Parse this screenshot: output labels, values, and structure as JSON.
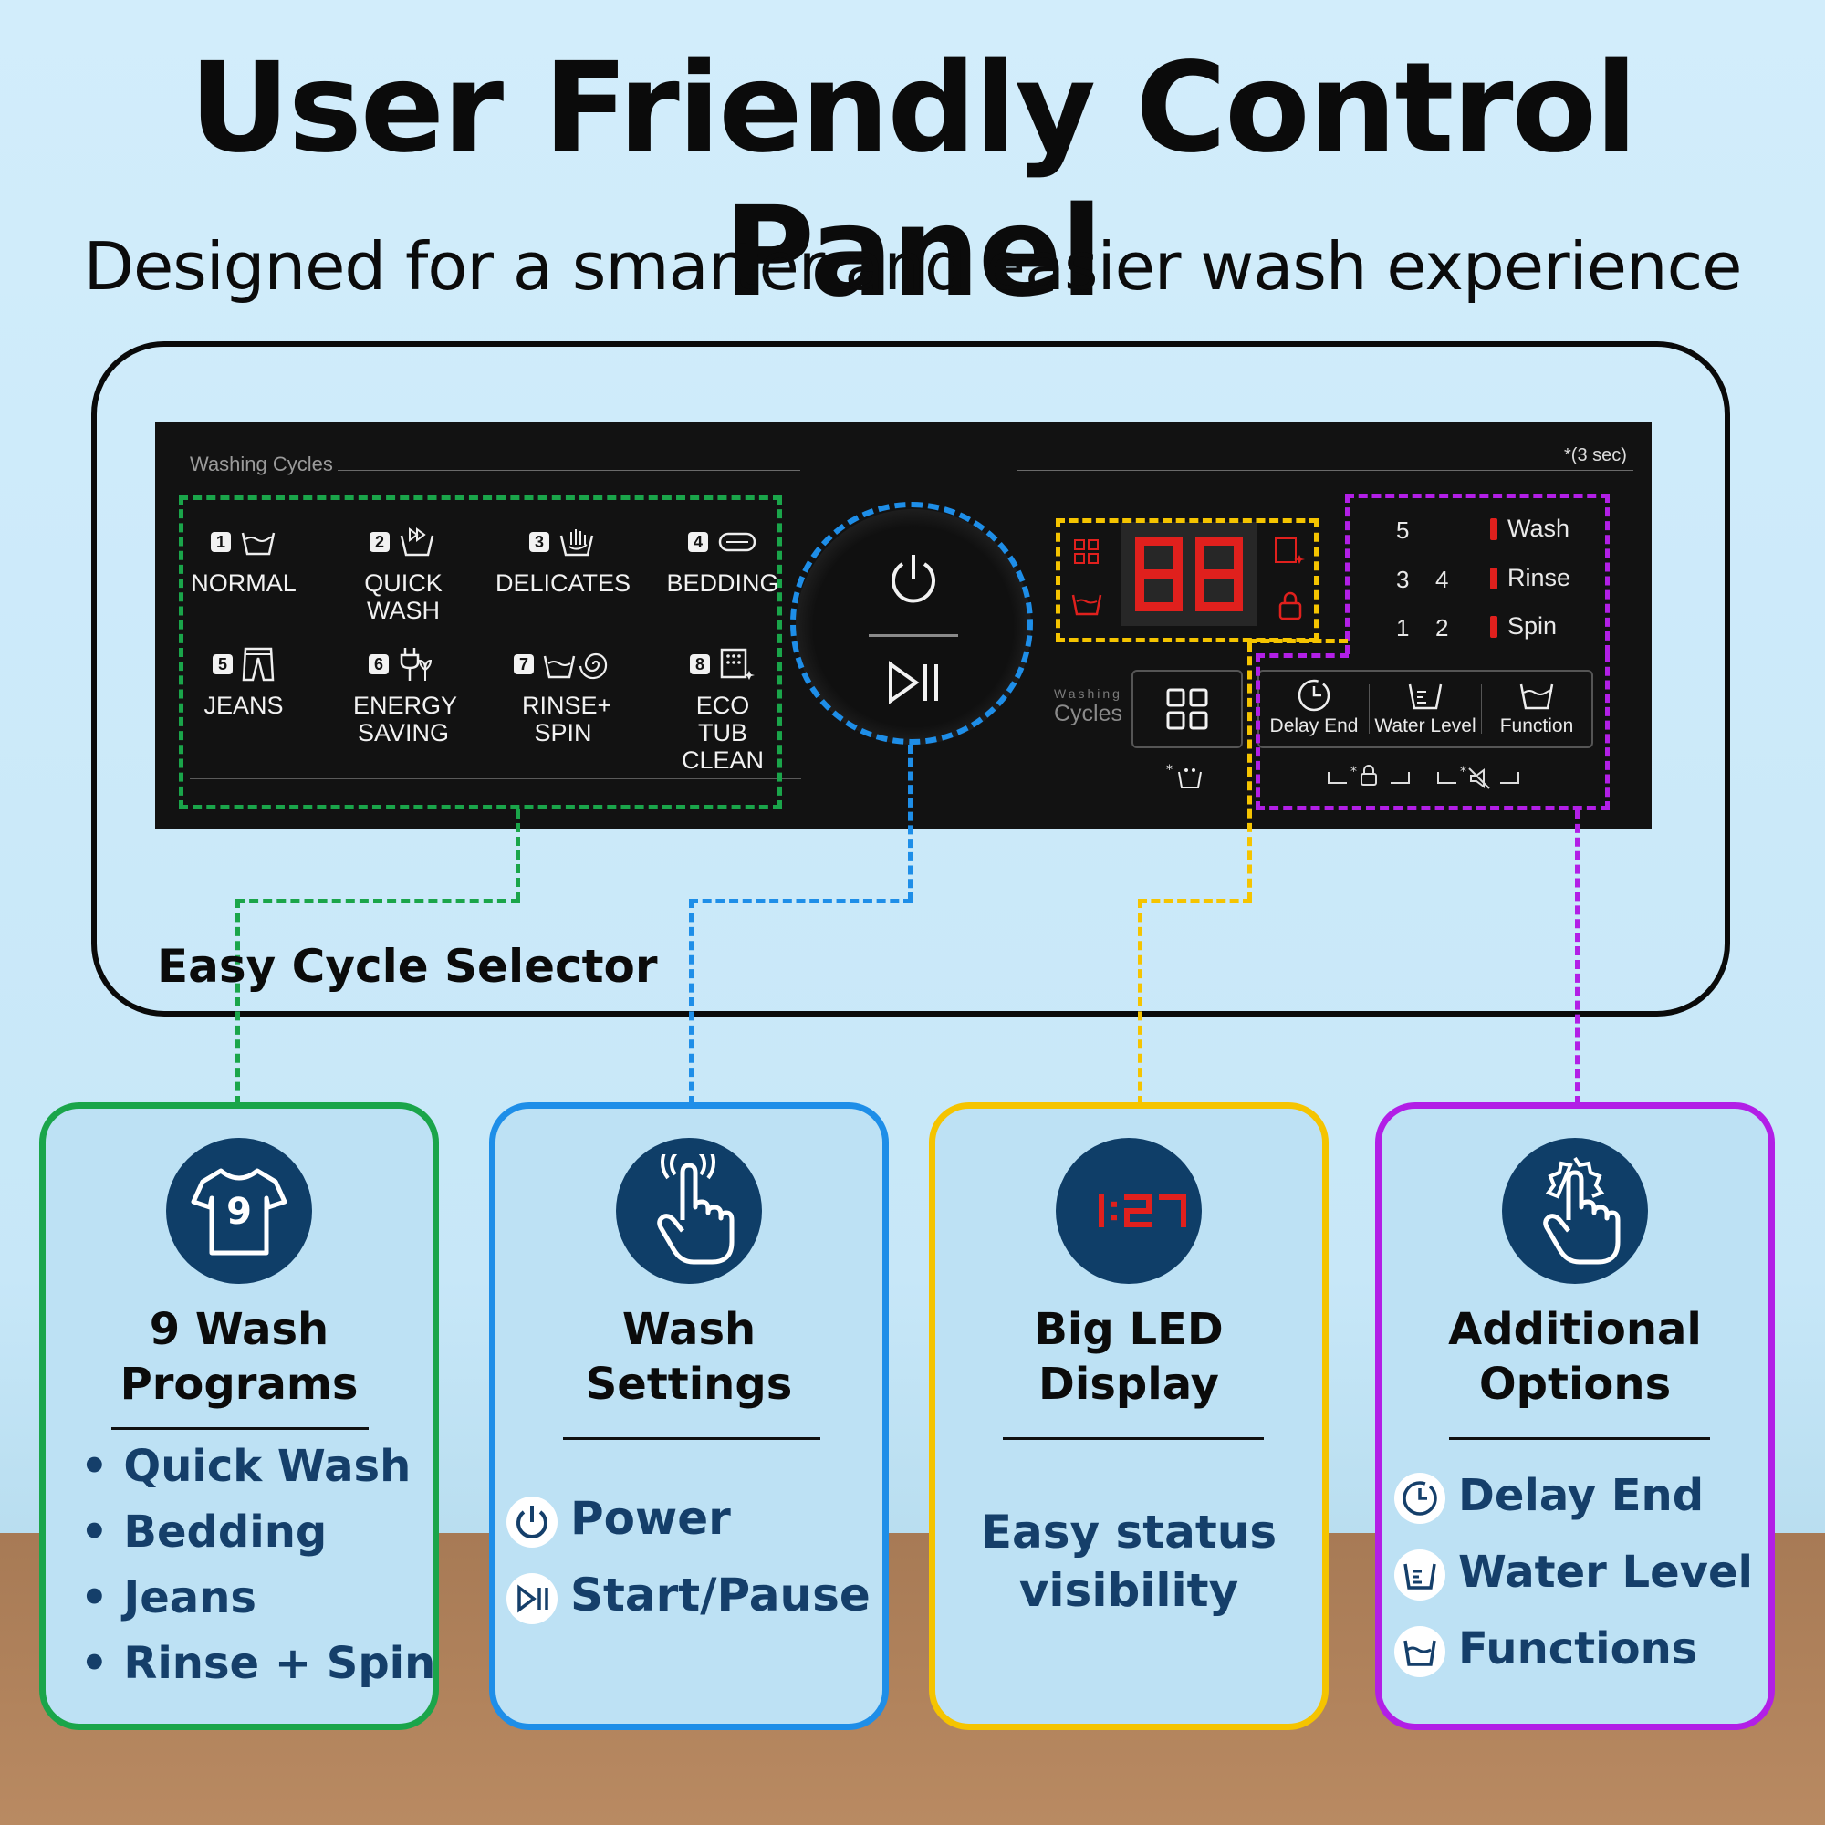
{
  "title": "User Friendly Control Panel",
  "subtitle": "Designed for a smarter and easier wash experience",
  "frame_label": "Easy Cycle Selector",
  "colors": {
    "green": "#1aa54a",
    "blue": "#1e8ee8",
    "yellow": "#f5c400",
    "purple": "#b21fe6",
    "navy": "#0f3e68",
    "led": "#e0201d"
  },
  "panel": {
    "washing_cycles_label": "Washing Cycles",
    "three_sec_note": "*(3 sec)",
    "cycles": [
      {
        "num": "1",
        "label": "NORMAL",
        "icon": "basin-icon"
      },
      {
        "num": "2",
        "label": "QUICK WASH",
        "icon": "quick-wash-icon"
      },
      {
        "num": "3",
        "label": "DELICATES",
        "icon": "hand-wash-icon"
      },
      {
        "num": "4",
        "label": "BEDDING",
        "icon": "bedding-icon"
      },
      {
        "num": "5",
        "label": "JEANS",
        "icon": "jeans-icon"
      },
      {
        "num": "6",
        "label": "ENERGY SAVING",
        "icon": "energy-plug-icon"
      },
      {
        "num": "7",
        "label": "RINSE+ SPIN",
        "icon": "rinse-spin-icon"
      },
      {
        "num": "8",
        "label": "ECO TUB CLEAN",
        "icon": "eco-tub-icon"
      }
    ],
    "display_value": "88",
    "levels": {
      "r1": [
        "5"
      ],
      "r2": [
        "3",
        "4"
      ],
      "r3": [
        "1",
        "2"
      ]
    },
    "stages": [
      "Wash",
      "Rinse",
      "Spin"
    ],
    "washing_small": "Washing",
    "cycles_small": "Cycles",
    "option_buttons": [
      "Delay End",
      "Water Level",
      "Function"
    ]
  },
  "cards": [
    {
      "title_line1": "9 Wash",
      "title_line2": "Programs",
      "items": [
        "Quick Wash",
        "Bedding",
        "Jeans",
        "Rinse + Spin"
      ],
      "icon": "tshirt-9-icon"
    },
    {
      "title_line1": "Wash",
      "title_line2": "Settings",
      "items": [
        "Power",
        "Start/Pause"
      ],
      "icon": "touch-hand-icon"
    },
    {
      "title_line1": "Big LED",
      "title_line2": "Display",
      "items": [
        "Easy status",
        "visibility"
      ],
      "icon": "led-display-icon",
      "led_value": "1:27"
    },
    {
      "title_line1": "Additional",
      "title_line2": "Options",
      "items": [
        "Delay End",
        "Water Level",
        "Functions"
      ],
      "icon": "gear-hand-icon"
    }
  ]
}
